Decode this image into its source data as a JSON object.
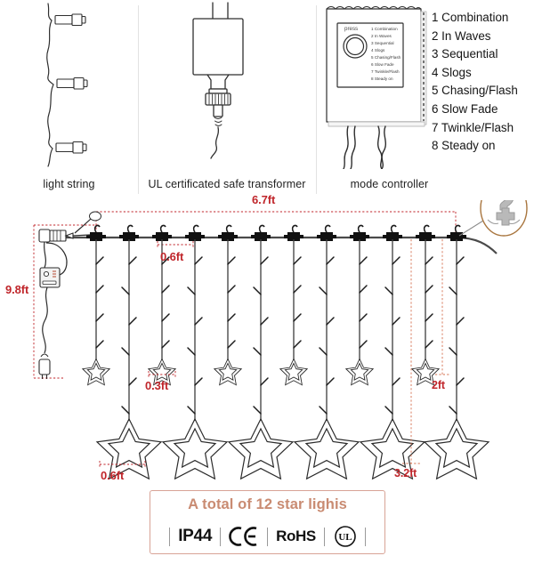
{
  "panels": [
    {
      "id": "light-string",
      "caption": "light string"
    },
    {
      "id": "transformer",
      "caption": "UL certificated safe transformer"
    },
    {
      "id": "mode-controller",
      "caption": "mode controller"
    }
  ],
  "controller": {
    "button_label": "press",
    "modes": [
      "1 Combination",
      "2 In Waves",
      "3 Sequential",
      "4 Slogs",
      "5 Chasing/Flash",
      "6 Slow Fade",
      "7 Twinkle/Flash",
      "8 Steady on"
    ]
  },
  "dimensions": {
    "overall_width": "6.7ft",
    "overall_height": "9.8ft",
    "hanger_spacing": "0.6ft",
    "small_star_size": "0.3ft",
    "large_star_size": "0.6ft",
    "small_star_drop": "2ft",
    "large_star_drop": "3.2ft"
  },
  "callout": {
    "name": "hook"
  },
  "counts": {
    "hangers": 12,
    "small_stars": 6,
    "large_stars": 6
  },
  "certification": {
    "title": "A total of 12 star lighis",
    "badges": [
      "IP44",
      "CE",
      "RoHS",
      "UL"
    ]
  },
  "colors": {
    "dimension_red": "#c0262b",
    "cert_accent": "#c98b72",
    "cert_border": "#d8a396",
    "callout_ring": "#a9763f",
    "line_dark": "#2b2b2b"
  }
}
